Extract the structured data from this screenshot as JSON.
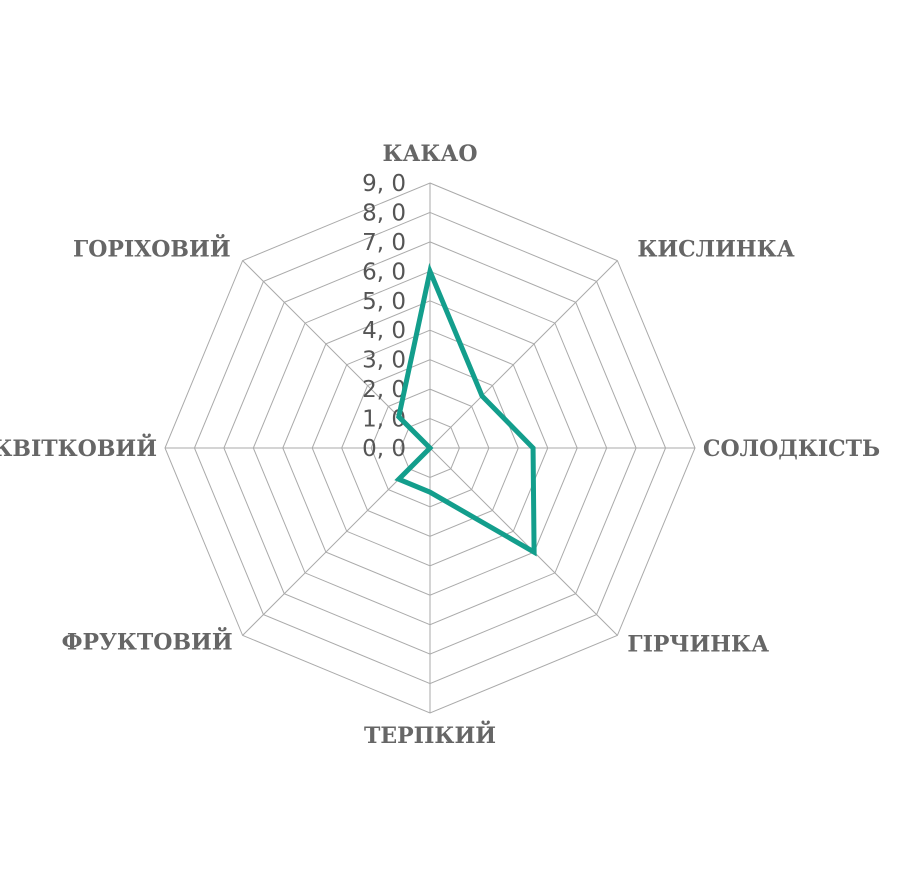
{
  "chart_data": {
    "type": "radar",
    "title": "",
    "categories": [
      "КАКАО",
      "КИСЛИНКА",
      "СОЛОДКІСТЬ",
      "ГІРЧИНКА",
      "ТЕРПКИЙ",
      "ФРУКТОВИЙ",
      "КВІТКОВИЙ",
      "ГОРІХОВИЙ"
    ],
    "series": [
      {
        "name": "",
        "values": [
          6,
          2.5,
          3.5,
          5,
          1.5,
          1.5,
          0,
          1.5
        ],
        "color": "#139e8c"
      }
    ],
    "rlim": [
      0,
      9
    ],
    "ticks": [
      "0, 0",
      "1, 0",
      "2, 0",
      "3, 0",
      "4, 0",
      "5, 0",
      "6, 0",
      "7, 0",
      "8, 0",
      "9, 0"
    ],
    "grid": true,
    "grid_color": "#aaaaaa",
    "label_color": "#666666"
  }
}
